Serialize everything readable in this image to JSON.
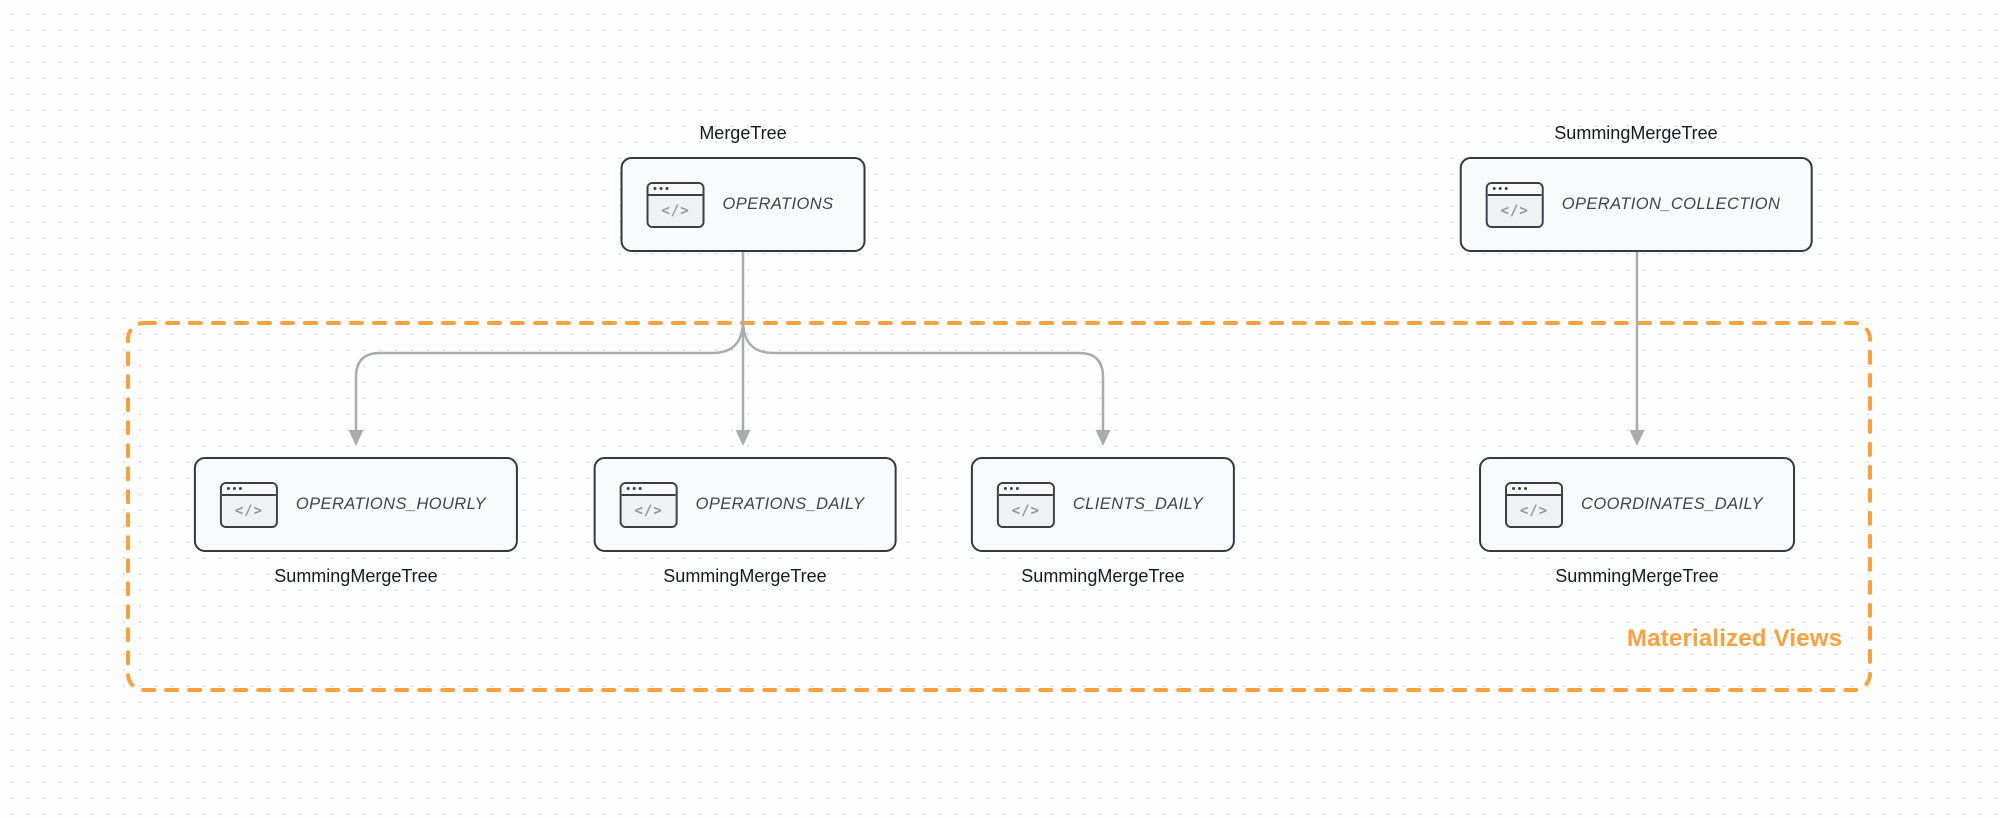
{
  "diagram": {
    "group": {
      "label": "Materialized Views"
    },
    "icon_glyph": "</>",
    "nodes": [
      {
        "id": "operations",
        "engine": "MergeTree",
        "table": "OPERATIONS"
      },
      {
        "id": "operation_collection",
        "engine": "SummingMergeTree",
        "table": "OPERATION_COLLECTION"
      },
      {
        "id": "operations_hourly",
        "engine": "SummingMergeTree",
        "table": "OPERATIONS_HOURLY"
      },
      {
        "id": "operations_daily",
        "engine": "SummingMergeTree",
        "table": "OPERATIONS_DAILY"
      },
      {
        "id": "clients_daily",
        "engine": "SummingMergeTree",
        "table": "CLIENTS_DAILY"
      },
      {
        "id": "coordinates_daily",
        "engine": "SummingMergeTree",
        "table": "COORDINATES_DAILY"
      }
    ],
    "colors": {
      "accent_orange": "#F9A13C",
      "edge_gray": "#AAABAD",
      "node_border": "#34393F",
      "node_fill": "#F9FAFB",
      "dot_grid": "#E3E3E7"
    }
  }
}
